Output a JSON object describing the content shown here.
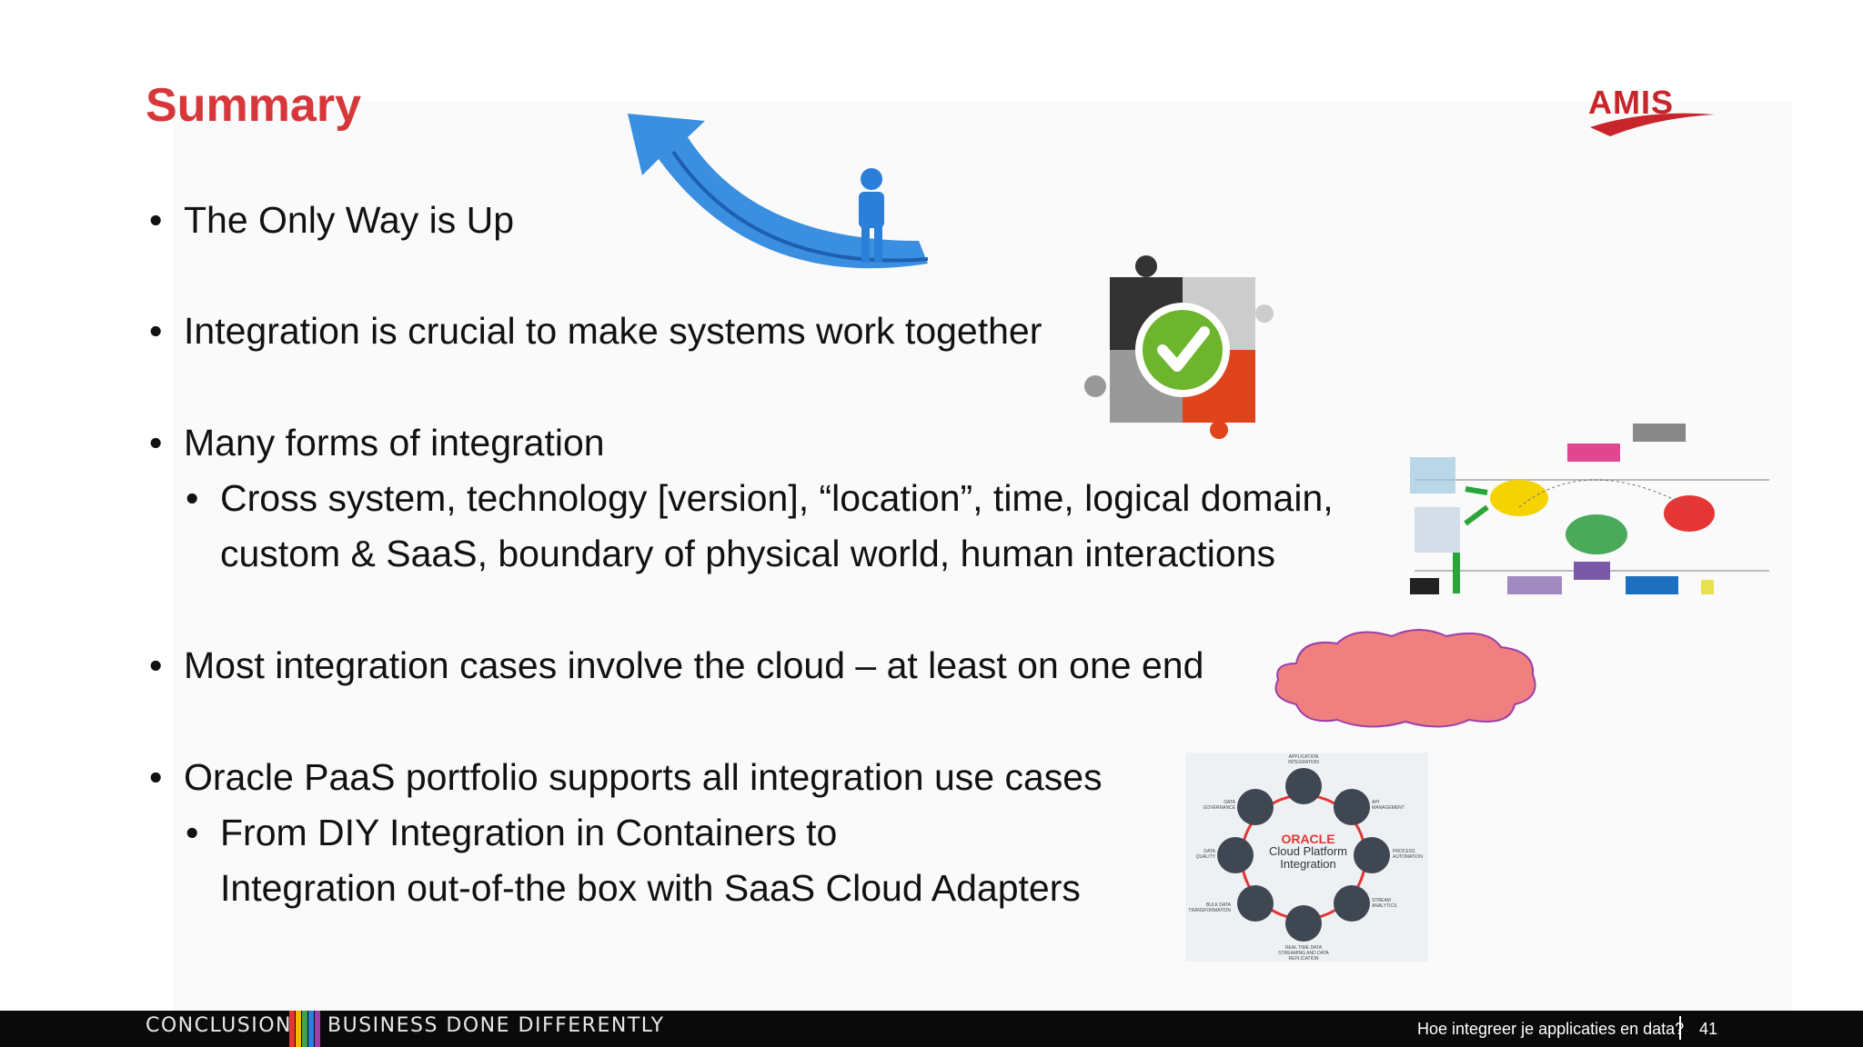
{
  "slide": {
    "title": "Summary",
    "logo_text": "AMIS",
    "bullets": [
      {
        "text": "The Only Way is Up"
      },
      {
        "text": "Integration is crucial to make systems work together"
      },
      {
        "text": "Many forms of integration"
      },
      {
        "text": "Most integration cases involve the cloud – at least on one end"
      },
      {
        "text": "Oracle PaaS portfolio supports all integration use cases"
      }
    ],
    "sub_bullets": {
      "integration_forms": [
        "Cross system, technology [version], “location”, time, logical domain,",
        "custom & SaaS, boundary of physical world, human interactions"
      ],
      "oracle_paas": [
        "From DIY Integration in Containers to",
        "Integration out-of-the box with SaaS Cloud Adapters"
      ]
    }
  },
  "oracle_graphic": {
    "center_brand": "ORACLE",
    "center_line1": "Cloud Platform",
    "center_line2": "Integration",
    "labels": [
      "APPLICATION INTEGRATION",
      "API MANAGEMENT",
      "PROCESS AUTOMATION",
      "STREAM ANALYTICS",
      "REAL TIME DATA STREAMING AND DATA REPLICATION",
      "BULK DATA TRANSFORMATION",
      "DATA QUALITY",
      "DATA GOVERNANCE"
    ]
  },
  "footer": {
    "left_label": "CONCLUSION",
    "right_label": "BUSINESS DONE DIFFERENTLY",
    "topic": "Hoe integreer je applicaties en data?",
    "page_number": "41"
  },
  "colors": {
    "title": "#d6373b",
    "cloud_fill": "#f08080",
    "cloud_stroke": "#9b3fa8",
    "arrow": "#3a8fe0",
    "footer_bg": "#0a0a0a"
  }
}
